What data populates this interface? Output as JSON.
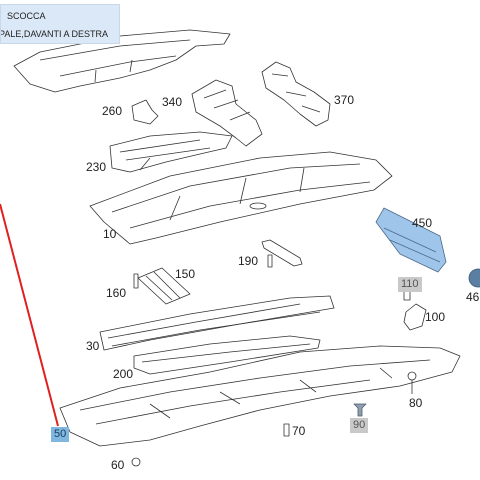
{
  "header": {
    "line1": "SCOCCA",
    "line2": "PALE,DAVANTI A DESTRA"
  },
  "callouts": {
    "p10": "10",
    "p30": "30",
    "p50": "50",
    "p60": "60",
    "p70": "70",
    "p80": "80",
    "p90": "90",
    "p100": "100",
    "p110": "110",
    "p150": "150",
    "p160": "160",
    "p190": "190",
    "p200": "200",
    "p230": "230",
    "p260": "260",
    "p340": "340",
    "p370": "370",
    "p450": "450",
    "p460": "46"
  },
  "colors": {
    "highlight_part": "#9fc6ea",
    "highlight_tag": "#7fb7e0",
    "grey_tag": "#c9c9c9",
    "leader_line": "#e02020",
    "header_bg": "#dbe8f7"
  }
}
